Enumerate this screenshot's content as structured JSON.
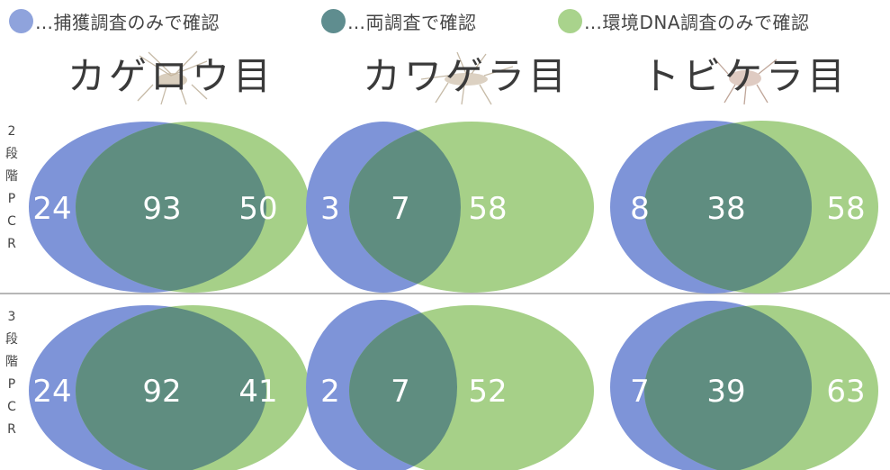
{
  "legend": [
    {
      "label": "…捕獲調査のみで確認",
      "color": "#8fa3dc"
    },
    {
      "label": "…両調査で確認",
      "color": "#5f8d8f"
    },
    {
      "label": "…環境DNA調査のみで確認",
      "color": "#a9d38c"
    }
  ],
  "columns": [
    {
      "title": "カゲロウ目",
      "insect": "mayfly-icon"
    },
    {
      "title": "カワゲラ目",
      "insect": "stonefly-icon"
    },
    {
      "title": "トビケラ目",
      "insect": "caddisfly-icon"
    }
  ],
  "rows": [
    {
      "label": [
        "2",
        "段",
        "階",
        "P",
        "C",
        "R"
      ]
    },
    {
      "label": [
        "3",
        "段",
        "階",
        "P",
        "C",
        "R"
      ]
    }
  ],
  "venn": [
    [
      {
        "capture_only": "24",
        "both": "93",
        "edna_only": "50"
      },
      {
        "capture_only": "3",
        "both": "7",
        "edna_only": "58"
      },
      {
        "capture_only": "8",
        "both": "38",
        "edna_only": "58"
      }
    ],
    [
      {
        "capture_only": "24",
        "both": "92",
        "edna_only": "41"
      },
      {
        "capture_only": "2",
        "both": "7",
        "edna_only": "52"
      },
      {
        "capture_only": "7",
        "both": "39",
        "edna_only": "63"
      }
    ]
  ],
  "colors": {
    "capture": "#7e94d8",
    "edna": "#a6d088",
    "overlap": "#5f8d80"
  }
}
